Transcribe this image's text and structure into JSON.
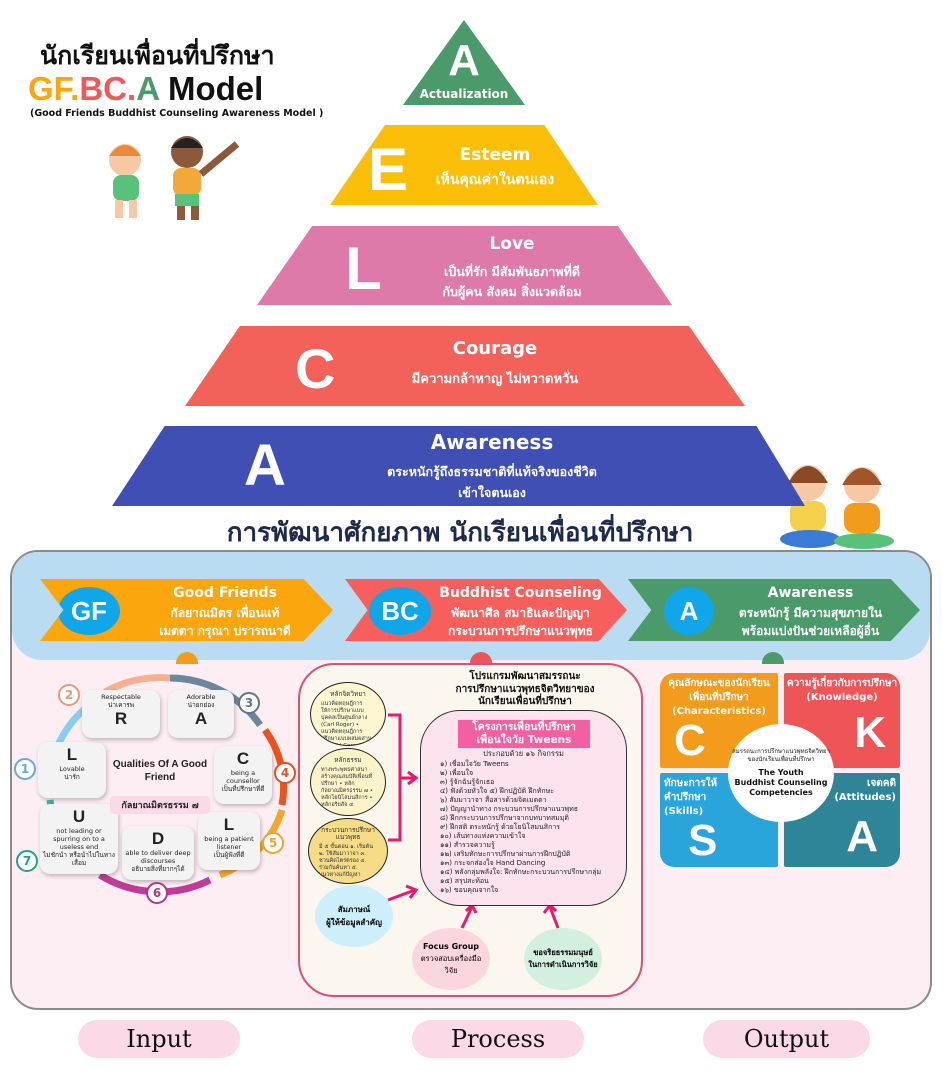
{
  "header": {
    "title_th": "นักเรียนเพื่อนที่ปรึกษา",
    "model_gf": "GF.",
    "model_bc": "BC.",
    "model_a": "A",
    "model_word": " Model",
    "subtitle": "(Good Friends Buddhist Counseling Awareness Model )"
  },
  "pyramid": [
    {
      "letter": "A",
      "title": "Actualization",
      "desc": [],
      "color": "#4a9a6a"
    },
    {
      "letter": "E",
      "title": "Esteem",
      "desc": [
        "เห็นคุณค่าในตนเอง"
      ],
      "color": "#fbbf0a"
    },
    {
      "letter": "L",
      "title": "Love",
      "desc": [
        "เป็นที่รัก มีสัมพันธภาพที่ดี",
        "กับผู้คน สังคม สิ่งแวดล้อม"
      ],
      "color": "#dd7aa9"
    },
    {
      "letter": "C",
      "title": "Courage",
      "desc": [
        "มีความกล้าหาญ ไม่หวาดหวั่น"
      ],
      "color": "#f2625a"
    },
    {
      "letter": "A",
      "title": "Awareness",
      "desc": [
        "ตระหนักรู้ถึงธรรมชาติที่แท้จริงของชีวิต",
        "เข้าใจตนเอง"
      ],
      "color": "#3f4fb4"
    }
  ],
  "main_title": "การพัฒนาศักยภาพ นักเรียนเพื่อนที่ปรึกษา",
  "arrows": [
    {
      "badge": "GF",
      "title": "Good Friends",
      "lines": [
        "กัลยาณมิตร เพื่อนแท้",
        "เมตตา กรุณา ปรารถนาดี"
      ],
      "color": "#fba60c"
    },
    {
      "badge": "BC",
      "title": "Buddhist Counseling",
      "lines": [
        "พัฒนาศีล สมาธิและปัญญา",
        "กระบวนการปรึกษาแนวพุทธ"
      ],
      "color": "#f65f5c"
    },
    {
      "badge": "A",
      "title": "Awareness",
      "lines": [
        "ตระหนักรู้ มีความสุขภายใน",
        "พร้อมแบ่งปันช่วยเหลือผู้อื่น"
      ],
      "color": "#4a9a6a"
    }
  ],
  "qualities": {
    "center_title": "Qualities Of A Good Friend",
    "center_th": "กัลยาณมิตรธรรม ๗",
    "items": [
      {
        "n": "1",
        "letter": "L",
        "en": "Lovable",
        "th": "น่ารัก",
        "color": "#6aa8d8"
      },
      {
        "n": "2",
        "letter": "R",
        "en": "Respectable",
        "th": "น่าเคารพ",
        "color": "#e9977a"
      },
      {
        "n": "3",
        "letter": "A",
        "en": "Adorable",
        "th": "น่ายกย่อง",
        "color": "#5d7690"
      },
      {
        "n": "4",
        "letter": "C",
        "en": "being a counsellor",
        "th": "เป็นที่ปรึกษาที่ดี",
        "color": "#e0521c"
      },
      {
        "n": "5",
        "letter": "L",
        "en": "being a patient listener",
        "th": "เป็นผู้ฟังที่ดี",
        "color": "#f1a22a"
      },
      {
        "n": "6",
        "letter": "D",
        "en": "able to deliver deep discourses",
        "th": "อธิบายสิ่งที่ยากๆได้",
        "color": "#b5338a"
      },
      {
        "n": "7",
        "letter": "U",
        "en": "not leading or spurring on to a useless end",
        "th": "ไม่ชักนำ หรือนำไปในทางเสื่อม",
        "color": "#2a9d8f"
      }
    ]
  },
  "process": {
    "title": [
      "โปรแกรมพัฒนาสมรรถนะ",
      "การปรึกษาแนวพุทธจิตวิทยาของ",
      "นักเรียนเพื่อนที่ปรึกษา"
    ],
    "ellipses": [
      {
        "head": "หลักจิตวิทยา",
        "body": "แนวคิดทฤษฎีการให้การปรึกษาแบบบุคคลเป็นศูนย์กลาง (Carl Roger) • แนวคิดทฤษฎีการปรึกษาแบบผสมผสาน (Gerald Corey) • แนวคิดทฤษฎีสมรรถนะ (David C. McClelland)"
      },
      {
        "head": "หลักธรรม",
        "body": "ทางพระพุทธศาสนา สร้างคุณสมบัติเพื่อนที่ปรึกษา • หลักกัลยาณมิตรธรรม ๗ • หลักโยนิโสมนสิการ • หลักอริยสัจ ๔"
      },
      {
        "head": "กระบวนการปรึกษาแนวพุทธ",
        "body": "มี ๕ ขั้นตอน ๑. เริ่มต้น ๒. ใช้สัมมาวาจา ๓. ชวนคิดไตร่ตรอง ๔. ร่วมกันค้นหา ๕. แนวทางแก้ปัญหา"
      }
    ],
    "project_title": [
      "โครงการเพื่อนที่ปรึกษา",
      "เพื่อนใจวัย Tweens"
    ],
    "count_label": "ประกอบด้วย ๑๖ กิจกรรม",
    "activities": [
      "๑) เชื่อมใจวัย Tweens",
      "๒) เพื่อนใจ",
      "๓) รู้จักฉันรู้จักเธอ",
      "๔) ฟังด้วยหัวใจ ๕) ฝึกปฏิบัติ ฝึกทักษะ",
      "๖) สัมมาวาจา สื่อสารด้วยจิตเมตตา",
      "๗) ปัญญานำทาง กระบวนการปรึกษาแนวพุทธ",
      "๘) ฝึกกระบวนการปรึกษาจากบทบาทสมมุติ",
      "๙) ฝึกสติ ตระหนักรู้ ด้วยโยนิโสมนสิการ",
      "๑๐) เส้นทางแห่งความเข้าใจ",
      "๑๑) สำรวจความรู้",
      "๑๒) เสริมทักษะการปรึกษาผ่านการฝึกปฏิบัติ",
      "๑๓) กระจกส่องใจ Hand Dancing",
      "๑๔) พลังกลุ่มพลังใจ: ฝึกทักษะกระบวนการปรึกษากลุ่ม",
      "๑๕) สรุปสะท้อน",
      "๑๖) ขอบคุณจากใจ"
    ],
    "interview": [
      "สัมภาษณ์",
      "ผู้ให้ข้อมูลสำคัญ"
    ],
    "focus_title": "Focus Group",
    "focus_desc": [
      "ตรวจสอบเครื่องมือ",
      "วิจัย"
    ],
    "ethics": [
      "ขอจริยธรรมมนุษย์",
      "ในการดำเนินการวิจัย"
    ]
  },
  "competencies": {
    "center_th": [
      "สมรรถนะการปรึกษาแนวพุทธจิตวิทยา",
      "ของนักเรียนเพื่อนที่ปรึกษา"
    ],
    "center_en": [
      "The Youth",
      "Buddhist Counseling",
      "Competencies"
    ],
    "quadrants": [
      {
        "letter": "C",
        "lines": [
          "คุณลักษณะของนักเรียน",
          "เพื่อนที่ปรึกษา",
          "(Characteristics)"
        ],
        "color": "#f29b1d"
      },
      {
        "letter": "K",
        "lines": [
          "ความรู้เกี่ยวกับการปรึกษา",
          "(Knowledge)"
        ],
        "color": "#ef5456"
      },
      {
        "letter": "S",
        "lines": [
          "ทักษะการให้",
          "คำปรึกษา",
          "(Skills)"
        ],
        "color": "#2aa5dc"
      },
      {
        "letter": "A",
        "lines": [
          "เจตคติ",
          "(Attitudes)"
        ],
        "color": "#2e8597"
      }
    ]
  },
  "footer": {
    "input": "Input",
    "process": "Process",
    "output": "Output"
  }
}
